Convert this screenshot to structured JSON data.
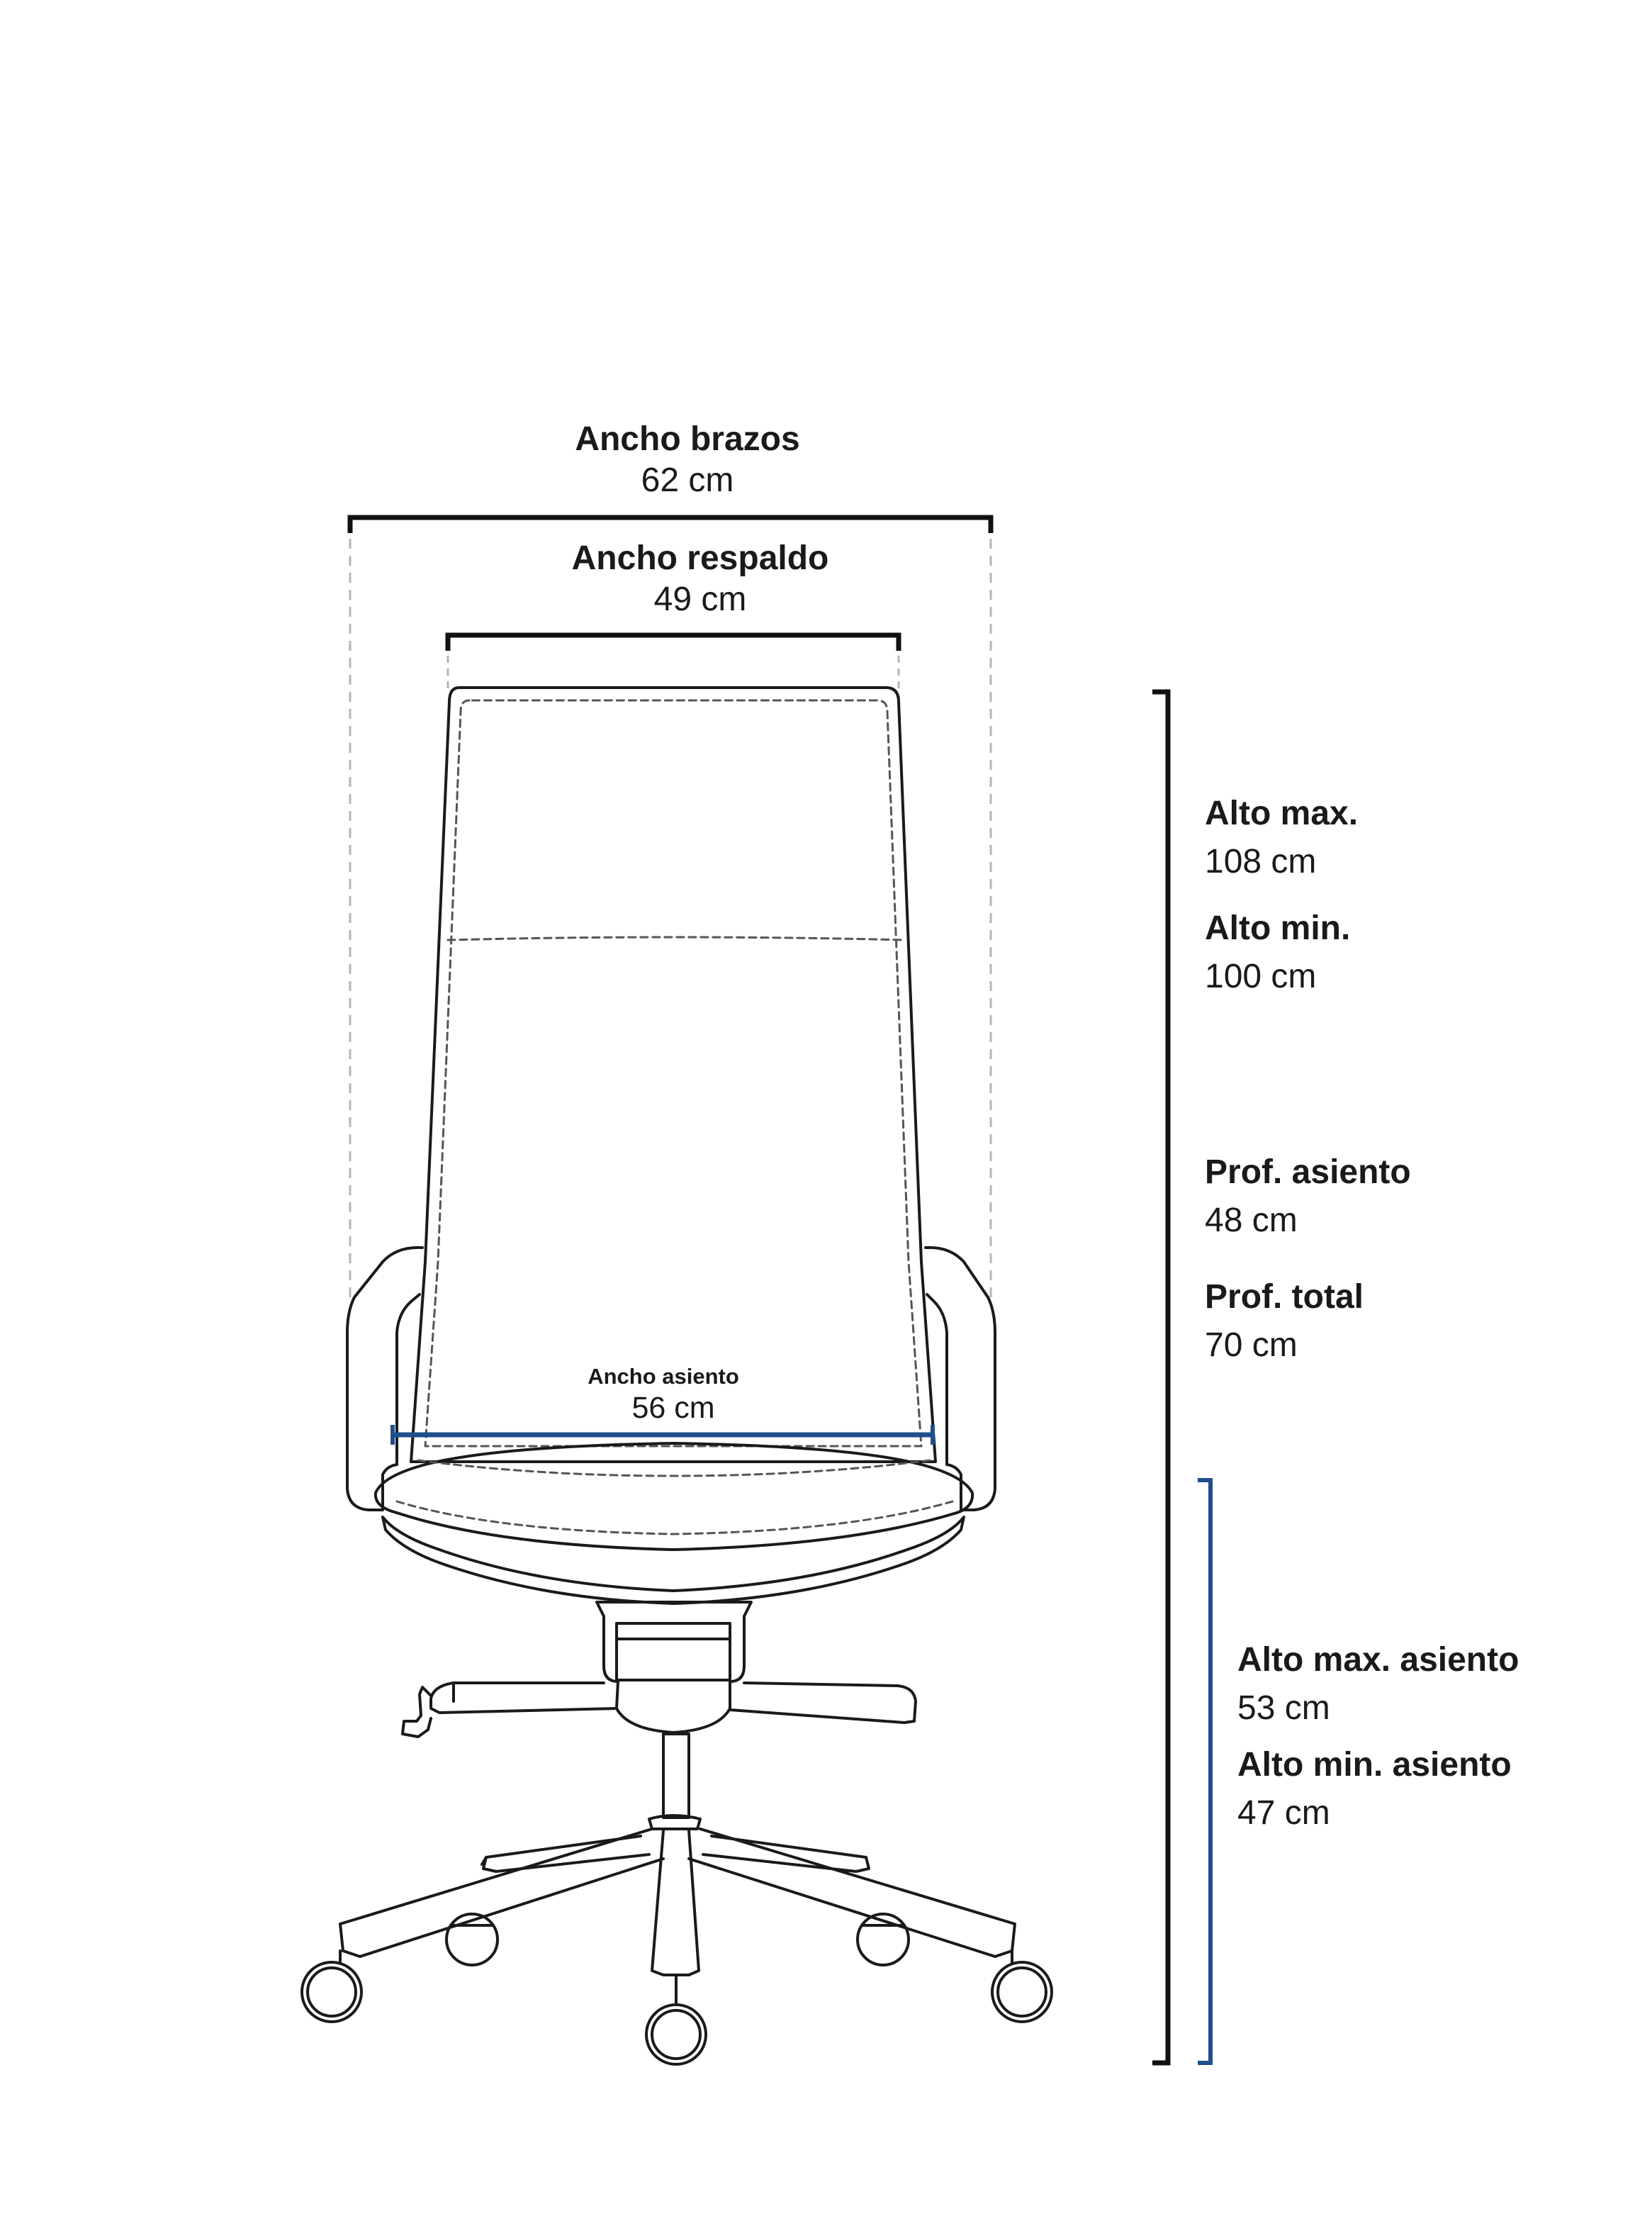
{
  "labels": {
    "arm_width_title": "Ancho brazos",
    "arm_width_value": "62 cm",
    "back_width_title": "Ancho  respaldo",
    "back_width_value": "49 cm",
    "seat_width_title": "Ancho asiento",
    "seat_width_value": "56 cm",
    "max_height_title": "Alto max.",
    "max_height_value": "108 cm",
    "min_height_title": "Alto min.",
    "min_height_value": "100 cm",
    "seat_depth_title": "Prof. asiento",
    "seat_depth_value": "48 cm",
    "total_depth_title": "Prof. total",
    "total_depth_value": "70 cm",
    "seat_max_height_title": "Alto max. asiento",
    "seat_max_height_value": "53 cm",
    "seat_min_height_title": "Alto min. asiento",
    "seat_min_height_value": "47 cm"
  },
  "colors": {
    "line": "#1a1a1a",
    "dimension": "#111111",
    "accent": "#1f4e8c",
    "guide": "#b5b5b5"
  }
}
